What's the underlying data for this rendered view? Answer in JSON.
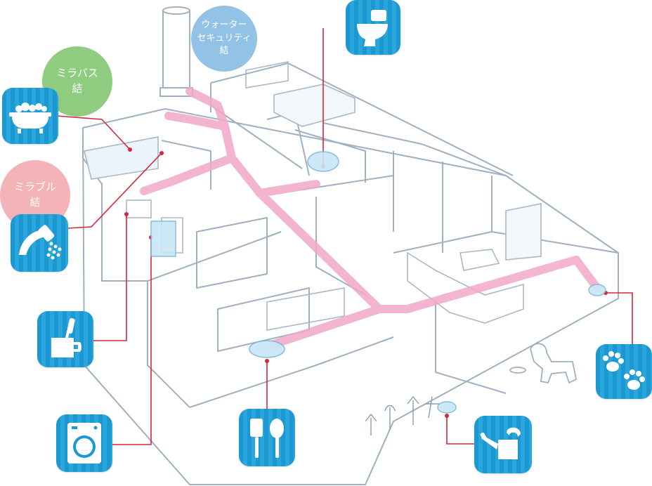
{
  "labels": {
    "water_security": "ウォーター\nセキュリティ\n結",
    "mirabath": "ミラバス\n結",
    "mirable": "ミラブル\n結"
  },
  "icons": [
    {
      "name": "toilet-icon"
    },
    {
      "name": "bathtub-icon"
    },
    {
      "name": "shower-head-icon"
    },
    {
      "name": "toothbrush-cup-icon"
    },
    {
      "name": "washing-machine-icon"
    },
    {
      "name": "kitchen-utensils-icon"
    },
    {
      "name": "watering-can-icon"
    },
    {
      "name": "paw-prints-icon"
    }
  ],
  "colors": {
    "icon_tile": "#1b97d1",
    "pipe": "#f2a8c8",
    "leader_line": "#d8253a",
    "outline": "#9fb0c0",
    "water_security_bubble": "#92c3e6",
    "mirabath_bubble": "#8fcc80",
    "mirable_bubble": "#f4b3b6"
  }
}
